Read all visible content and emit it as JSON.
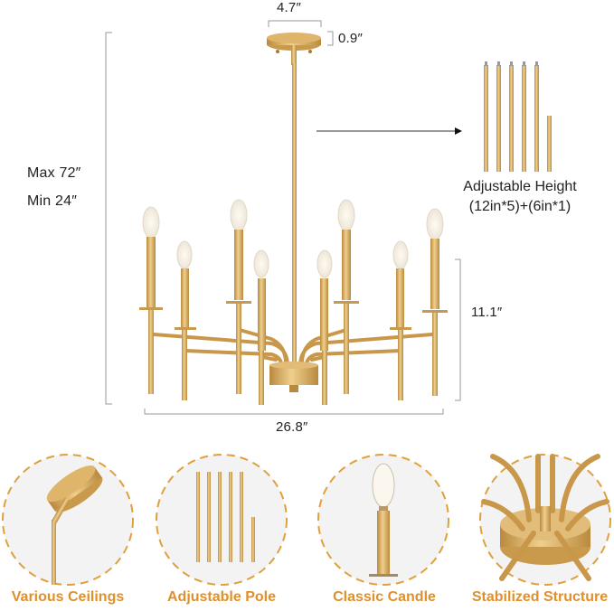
{
  "dimensions": {
    "canopy_width": "4.7″",
    "canopy_height": "0.9″",
    "max_height": "Max 72″",
    "min_height": "Min 24″",
    "body_height": "11.1″",
    "width": "26.8″"
  },
  "adjustable": {
    "title": "Adjustable Height",
    "rods": "(12in*5)+(6in*1)"
  },
  "features": [
    {
      "label": "Various Ceilings"
    },
    {
      "label": "Adjustable Pole"
    },
    {
      "label": "Classic Candle"
    },
    {
      "label": "Stabilized Structure"
    }
  ],
  "colors": {
    "gold": "#d9aa5c",
    "gold_dark": "#b98a3e",
    "accent_label": "#e0902a",
    "circle_bg": "#f3f3f3",
    "dim_line": "#9a9a9a"
  }
}
